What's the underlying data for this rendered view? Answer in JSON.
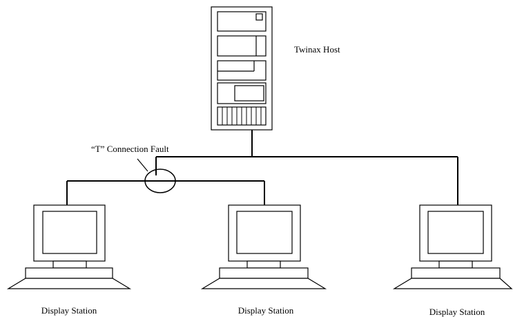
{
  "host": {
    "label": "Twinax Host"
  },
  "fault": {
    "label": "“T” Connection Fault"
  },
  "stations": [
    {
      "label": "Display Station"
    },
    {
      "label": "Display Station"
    },
    {
      "label": "Display Station"
    }
  ],
  "colors": {
    "line": "#000000",
    "background": "#ffffff"
  }
}
